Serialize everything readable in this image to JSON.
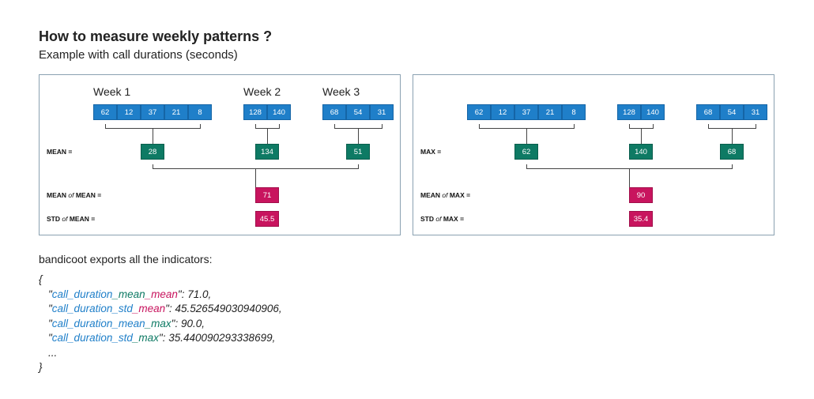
{
  "title": "How to measure weekly patterns ?",
  "subtitle": "Example with call durations (seconds)",
  "weeks": [
    "Week 1",
    "Week 2",
    "Week 3"
  ],
  "durations": [
    [
      "62",
      "12",
      "37",
      "21",
      "8"
    ],
    [
      "128",
      "140"
    ],
    [
      "68",
      "54",
      "31"
    ]
  ],
  "left_panel": {
    "weekly_label": "MEAN =",
    "weekly_values": [
      "28",
      "134",
      "51"
    ],
    "agg1_label_a": "MEAN ",
    "agg1_label_of": "of",
    "agg1_label_b": " MEAN =",
    "agg1_value": "71",
    "agg2_label_a": "STD ",
    "agg2_label_of": "of",
    "agg2_label_b": " MEAN =",
    "agg2_value": "45.5"
  },
  "right_panel": {
    "weekly_label": "MAX =",
    "weekly_values": [
      "62",
      "140",
      "68"
    ],
    "agg1_label_a": "MEAN ",
    "agg1_label_of": "of",
    "agg1_label_b": " MAX =",
    "agg1_value": "90",
    "agg2_label_a": "STD ",
    "agg2_label_of": "of",
    "agg2_label_b": " MAX =",
    "agg2_value": "35.4"
  },
  "intro": "bandicoot exports all the indicators:",
  "code": {
    "open": "{",
    "close": "}",
    "ellipsis": "...",
    "lines": [
      {
        "a": "call_duration",
        "b": "_mean",
        "c": "_mean",
        "value": ": 71.0,"
      },
      {
        "a": "call_duration",
        "b": "_std",
        "c": "_mean",
        "value": ": 45.526549030940906,"
      },
      {
        "a": "call_duration",
        "b": "_mean",
        "c": "_max",
        "value": ": 90.0,"
      },
      {
        "a": "call_duration",
        "b": "_std",
        "c": "_max",
        "value": ": 35.440090293338699,"
      }
    ]
  },
  "colors": {
    "duration_cell": "#1f7fc9",
    "weekly_cell": "#0e7a64",
    "aggregate_cell": "#c8145e",
    "panel_border": "#8aa1b1"
  }
}
